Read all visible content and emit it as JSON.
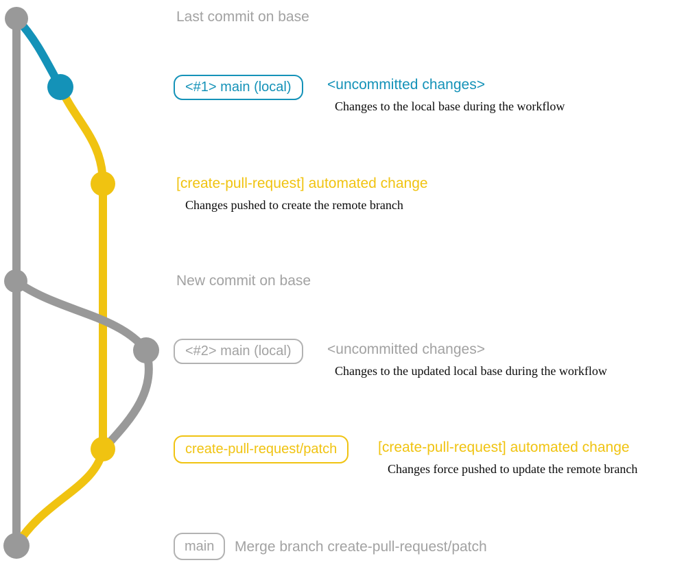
{
  "colors": {
    "background": "#ffffff",
    "gray_line": "#999999",
    "gray_text": "#a2a2a2",
    "gray_border": "#b2b2b2",
    "teal": "#1492b8",
    "yellow": "#f0c311",
    "black_text": "#0a0a0a"
  },
  "graph": {
    "commits": [
      {
        "id": "last-commit-on-base",
        "color": "gray"
      },
      {
        "id": "main-local-1",
        "color": "teal"
      },
      {
        "id": "automated-change-1",
        "color": "yellow"
      },
      {
        "id": "new-commit-on-base",
        "color": "gray"
      },
      {
        "id": "main-local-2",
        "color": "gray"
      },
      {
        "id": "automated-change-2",
        "color": "yellow"
      },
      {
        "id": "merge-commit",
        "color": "gray"
      }
    ]
  },
  "annotations": {
    "last_commit": {
      "title": "Last commit on base"
    },
    "main_local_1": {
      "badge": "<#1> main (local)",
      "label": "<uncommitted changes>",
      "description": "Changes to the local base during the workflow"
    },
    "automated_change_1": {
      "label": "[create-pull-request] automated change",
      "description": "Changes pushed to create the remote branch"
    },
    "new_commit": {
      "title": "New commit on base"
    },
    "main_local_2": {
      "badge": "<#2> main (local)",
      "label": "<uncommitted changes>",
      "description": "Changes to the updated local base during the workflow"
    },
    "automated_change_2": {
      "badge": "create-pull-request/patch",
      "label": "[create-pull-request] automated change",
      "description": "Changes force pushed to update the remote branch"
    },
    "merge": {
      "badge": "main",
      "label": "Merge branch create-pull-request/patch"
    }
  }
}
